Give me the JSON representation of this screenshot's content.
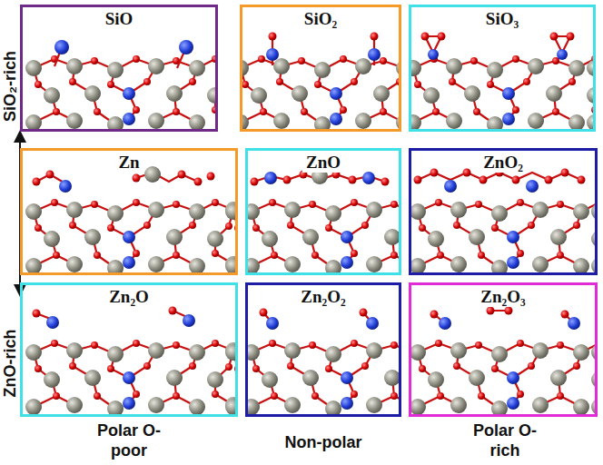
{
  "diagram": {
    "nodes": [
      {
        "text": [
          "SiO"
        ]
      },
      {
        "text": [
          "SiO₂"
        ]
      },
      {
        "text": [
          "SiO₃"
        ]
      },
      {
        "text": [
          "Zn"
        ]
      },
      {
        "text": [
          "ZnO"
        ]
      },
      {
        "text": [
          "ZnO₂"
        ]
      },
      {
        "text": [
          "Zn₂O"
        ]
      },
      {
        "text": [
          "Zn₂O₂"
        ]
      },
      {
        "text": [
          "Zn₂O₃"
        ]
      }
    ],
    "labels": [
      "SiO₂-rich",
      "ZnO-rich",
      "Polar O-poor",
      "Non-polar",
      "Polar O-rich"
    ]
  }
}
